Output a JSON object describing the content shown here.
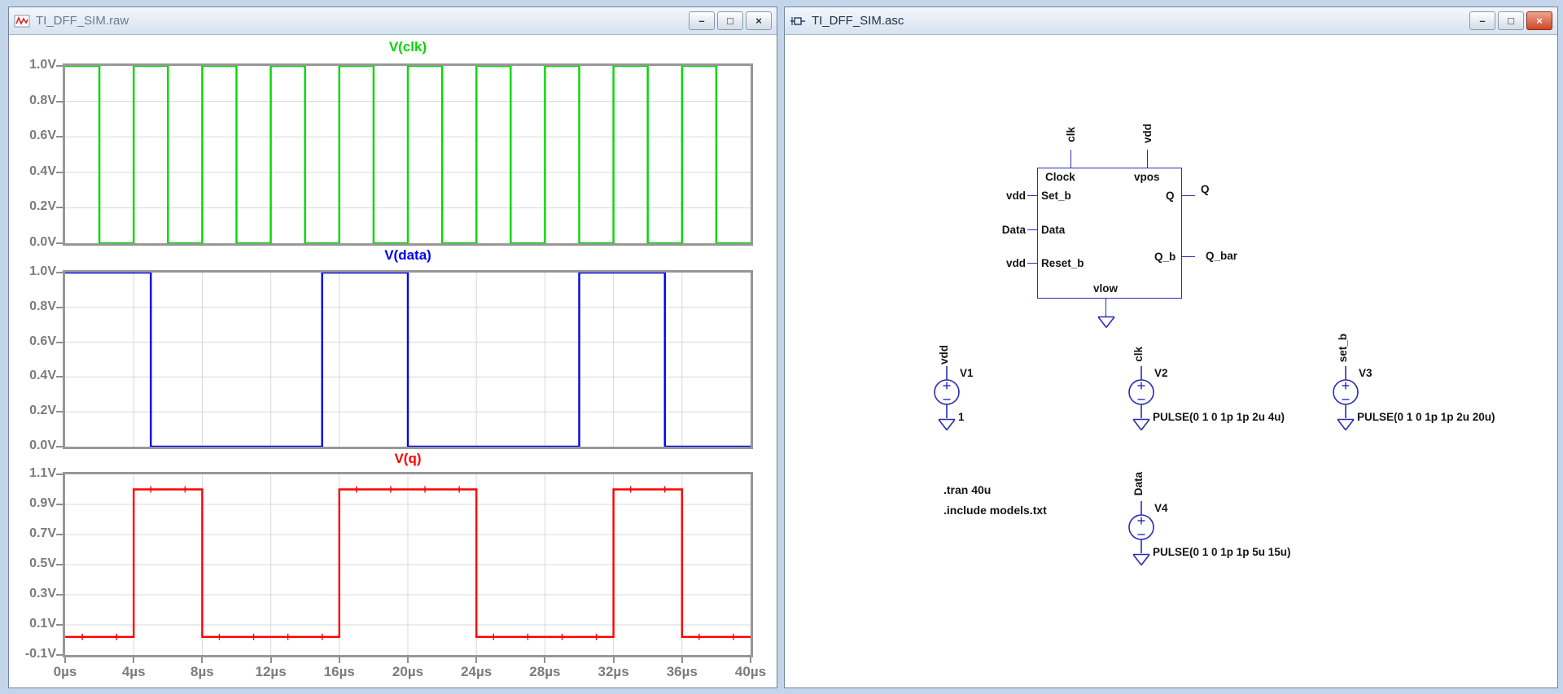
{
  "window_controls": {
    "minimize_glyph": "–",
    "maximize_glyph": "□",
    "close_glyph": "×"
  },
  "left_window": {
    "title": "TI_DFF_SIM.raw"
  },
  "right_window": {
    "title": "TI_DFF_SIM.asc",
    "schematic": {
      "dff": {
        "pins": {
          "clock": "Clock",
          "vpos": "vpos",
          "set_b": "Set_b",
          "data": "Data",
          "reset_b": "Reset_b",
          "q": "Q",
          "q_b": "Q_b",
          "vlow": "vlow"
        },
        "nets": {
          "top_left": "clk",
          "top_right": "vdd",
          "set_b": "vdd",
          "data": "Data",
          "reset_b": "vdd",
          "q": "Q",
          "q_b": "Q_bar"
        }
      },
      "sources": [
        {
          "name": "V1",
          "net": "vdd",
          "value": "1"
        },
        {
          "name": "V2",
          "net": "clk",
          "value": "PULSE(0 1 0 1p 1p 2u 4u)"
        },
        {
          "name": "V3",
          "net": "set_b",
          "value": "PULSE(0 1 0 1p 1p 2u 20u)"
        },
        {
          "name": "V4",
          "net": "Data",
          "value": "PULSE(0 1 0 1p 1p 5u 15u)"
        }
      ],
      "directives": [
        ".tran 40u",
        ".include models.txt"
      ]
    }
  },
  "chart_data": [
    {
      "type": "line",
      "title": "V(clk)",
      "color": "#00d800",
      "xlim": [
        0,
        40
      ],
      "x_unit": "µs",
      "xticks": [
        0,
        4,
        8,
        12,
        16,
        20,
        24,
        28,
        32,
        36,
        40
      ],
      "xtick_labels": [
        "0µs",
        "4µs",
        "8µs",
        "12µs",
        "16µs",
        "20µs",
        "24µs",
        "28µs",
        "32µs",
        "36µs",
        "40µs"
      ],
      "ylim": [
        0.0,
        1.0
      ],
      "yticks": [
        1.0,
        0.8,
        0.6,
        0.4,
        0.2,
        0.0
      ],
      "ytick_labels": [
        "1.0V",
        "0.8V",
        "0.6V",
        "0.4V",
        "0.2V",
        "0.0V"
      ],
      "step_points": [
        [
          0,
          1
        ],
        [
          2,
          0
        ],
        [
          4,
          1
        ],
        [
          6,
          0
        ],
        [
          8,
          1
        ],
        [
          10,
          0
        ],
        [
          12,
          1
        ],
        [
          14,
          0
        ],
        [
          16,
          1
        ],
        [
          18,
          0
        ],
        [
          20,
          1
        ],
        [
          22,
          0
        ],
        [
          24,
          1
        ],
        [
          26,
          0
        ],
        [
          28,
          1
        ],
        [
          30,
          0
        ],
        [
          32,
          1
        ],
        [
          34,
          0
        ],
        [
          36,
          1
        ],
        [
          38,
          0
        ]
      ],
      "end_time": 40
    },
    {
      "type": "line",
      "title": "V(data)",
      "color": "#0000f0",
      "xlim": [
        0,
        40
      ],
      "x_unit": "µs",
      "xticks": [
        0,
        4,
        8,
        12,
        16,
        20,
        24,
        28,
        32,
        36,
        40
      ],
      "xtick_labels": [
        "0µs",
        "4µs",
        "8µs",
        "12µs",
        "16µs",
        "20µs",
        "24µs",
        "28µs",
        "32µs",
        "36µs",
        "40µs"
      ],
      "ylim": [
        0.0,
        1.0
      ],
      "yticks": [
        1.0,
        0.8,
        0.6,
        0.4,
        0.2,
        0.0
      ],
      "ytick_labels": [
        "1.0V",
        "0.8V",
        "0.6V",
        "0.4V",
        "0.2V",
        "0.0V"
      ],
      "step_points": [
        [
          0,
          1
        ],
        [
          5,
          0
        ],
        [
          15,
          1
        ],
        [
          20,
          0
        ],
        [
          30,
          1
        ],
        [
          35,
          0
        ]
      ],
      "end_time": 40
    },
    {
      "type": "line",
      "title": "V(q)",
      "color": "#ff0000",
      "xlim": [
        0,
        40
      ],
      "x_unit": "µs",
      "xticks": [
        0,
        4,
        8,
        12,
        16,
        20,
        24,
        28,
        32,
        36,
        40
      ],
      "xtick_labels": [
        "0µs",
        "4µs",
        "8µs",
        "12µs",
        "16µs",
        "20µs",
        "24µs",
        "28µs",
        "32µs",
        "36µs",
        "40µs"
      ],
      "ylim": [
        -0.1,
        1.1
      ],
      "yticks": [
        1.1,
        0.9,
        0.7,
        0.5,
        0.3,
        0.1,
        -0.1
      ],
      "ytick_labels": [
        "1.1V",
        "0.9V",
        "0.7V",
        "0.5V",
        "0.3V",
        "0.1V",
        "-0.1V"
      ],
      "step_points": [
        [
          0,
          0.02
        ],
        [
          4,
          1.0
        ],
        [
          8,
          0.02
        ],
        [
          16,
          1.0
        ],
        [
          24,
          0.02
        ],
        [
          32,
          1.0
        ],
        [
          36,
          0.02
        ]
      ],
      "end_time": 40,
      "markers": {
        "interval": 2,
        "start": 1
      }
    }
  ]
}
